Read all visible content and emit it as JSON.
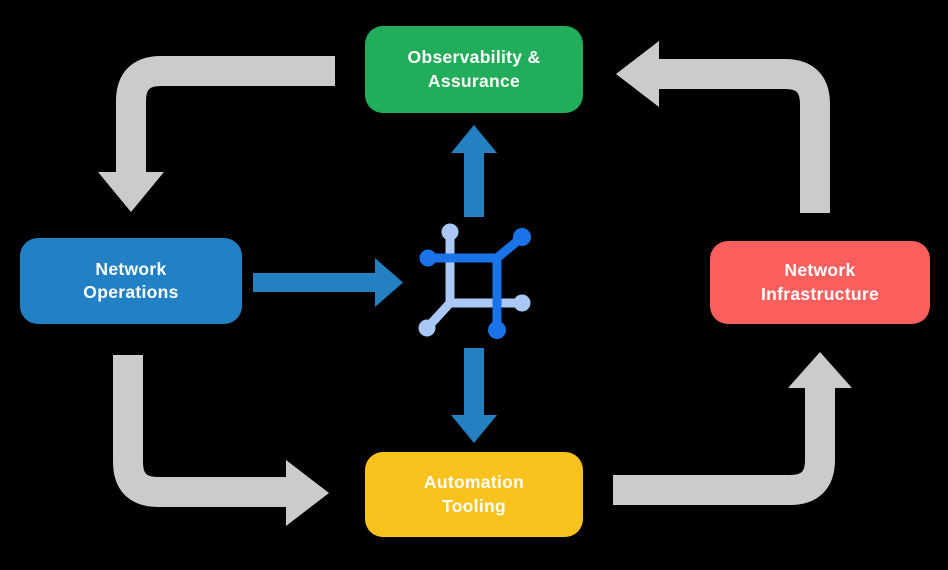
{
  "diagram": {
    "title": "network automation operations cycle",
    "background_color": "#000000",
    "nodes": [
      {
        "id": "observability-assurance",
        "lines": [
          "Observability &",
          "Assurance"
        ],
        "color": "#22AD5A",
        "text_color": "#FFFFFF",
        "position": "top"
      },
      {
        "id": "network-operations",
        "lines": [
          "Network",
          "Operations"
        ],
        "color": "#2281C4",
        "text_color": "#FFFFFF",
        "position": "left"
      },
      {
        "id": "network-infrastructure",
        "lines": [
          "Network",
          "Infrastructure"
        ],
        "color": "#FA5F5E",
        "text_color": "#FFFFFF",
        "position": "right"
      },
      {
        "id": "automation-tooling",
        "lines": [
          "Automation",
          "Tooling"
        ],
        "color": "#FAC21D",
        "text_color": "#FFFFFF",
        "position": "bottom"
      }
    ],
    "center_icon": {
      "name": "network-mesh-icon",
      "dark_blue": "#1A73E8",
      "light_blue": "#A9C8F5"
    },
    "arrow_colors": {
      "cycle_gray": "#CBCBCB",
      "io_blue": "#2380C1"
    },
    "flows": [
      {
        "from": "observability-assurance",
        "to": "network-operations",
        "style": "gray-cycle"
      },
      {
        "from": "network-operations",
        "to": "automation-tooling",
        "style": "gray-cycle"
      },
      {
        "from": "automation-tooling",
        "to": "network-infrastructure",
        "style": "gray-cycle"
      },
      {
        "from": "network-infrastructure",
        "to": "observability-assurance",
        "style": "gray-cycle"
      },
      {
        "from": "network-operations",
        "to": "center-icon",
        "style": "blue"
      },
      {
        "from": "center-icon",
        "to": "observability-assurance",
        "style": "blue"
      },
      {
        "from": "center-icon",
        "to": "automation-tooling",
        "style": "blue"
      }
    ]
  }
}
